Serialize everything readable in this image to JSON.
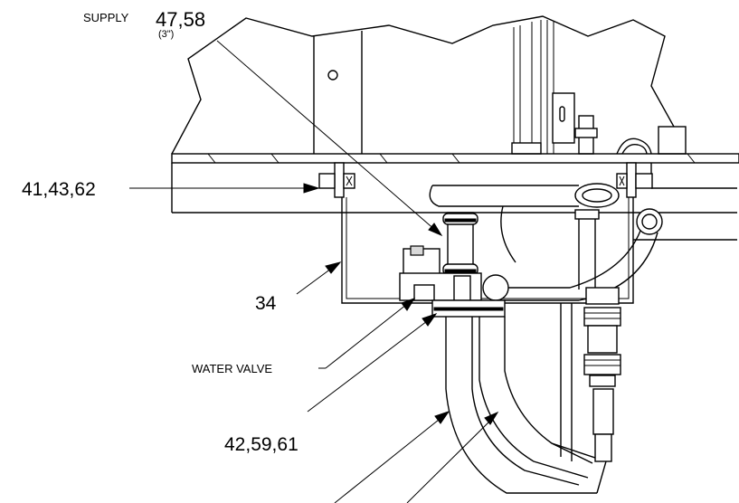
{
  "labels": {
    "supply_prefix": "SUPPLY",
    "supply_numbers": "47,58",
    "supply_size": "(3\")",
    "callout_41_43_62": "41,43,62",
    "callout_34": "34",
    "water_valve": "WATER VALVE",
    "callout_42_59_61": "42,59,61"
  }
}
